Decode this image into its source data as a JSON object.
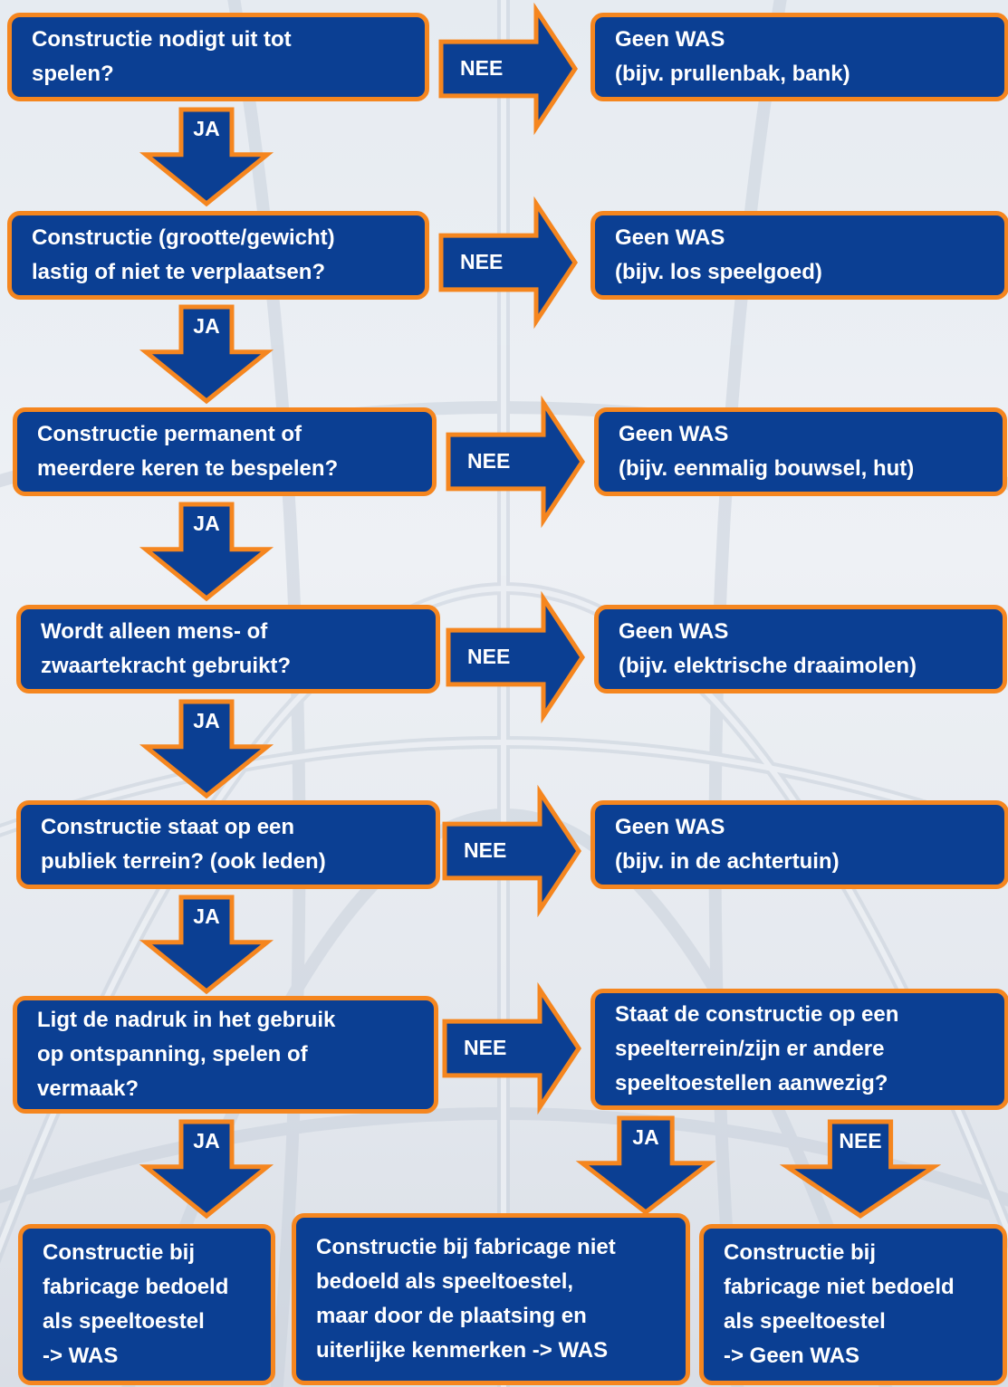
{
  "questions": [
    {
      "lines": [
        "Constructie nodigt uit tot",
        "spelen?"
      ],
      "no": "NEE",
      "yes": "JA",
      "outcome_lines": [
        "Geen WAS",
        "(bijv. prullenbak, bank)"
      ]
    },
    {
      "lines": [
        "Constructie (grootte/gewicht)",
        "lastig of niet te verplaatsen?"
      ],
      "no": "NEE",
      "yes": "JA",
      "outcome_lines": [
        "Geen WAS",
        "(bijv. los speelgoed)"
      ]
    },
    {
      "lines": [
        "Constructie permanent of",
        "meerdere keren te bespelen?"
      ],
      "no": "NEE",
      "yes": "JA",
      "outcome_lines": [
        "Geen WAS",
        "(bijv. eenmalig bouwsel, hut)"
      ]
    },
    {
      "lines": [
        "Wordt alleen mens- of",
        "zwaartekracht gebruikt?"
      ],
      "no": "NEE",
      "yes": "JA",
      "outcome_lines": [
        "Geen WAS",
        "(bijv. elektrische draaimolen)"
      ]
    },
    {
      "lines": [
        "Constructie staat op een",
        "publiek terrein? (ook leden)"
      ],
      "no": "NEE",
      "yes": "JA",
      "outcome_lines": [
        "Geen WAS",
        "(bijv. in de achtertuin)"
      ]
    },
    {
      "lines": [
        "Ligt de nadruk in het gebruik",
        "op ontspanning, spelen of",
        "vermaak?"
      ],
      "no": "NEE",
      "yes": "JA",
      "outcome_lines": [
        "Staat de constructie op een",
        "speelterrein/zijn er andere",
        "speeltoestellen aanwezig?"
      ]
    }
  ],
  "sub_branch": {
    "yes": "JA",
    "no": "NEE"
  },
  "final_outcomes": [
    {
      "lines": [
        "Constructie bij",
        "fabricage bedoeld",
        "als speeltoestel",
        "-> WAS"
      ]
    },
    {
      "lines": [
        "Constructie bij fabricage niet",
        "bedoeld als speeltoestel,",
        "maar door de plaatsing en",
        "uiterlijke kenmerken -> WAS"
      ]
    },
    {
      "lines": [
        "Constructie bij",
        "fabricage niet bedoeld",
        "als speeltoestel",
        "-> Geen WAS"
      ]
    }
  ],
  "colors": {
    "box_fill": "#0b3f93",
    "box_border": "#f5861f",
    "text": "#ffffff"
  }
}
